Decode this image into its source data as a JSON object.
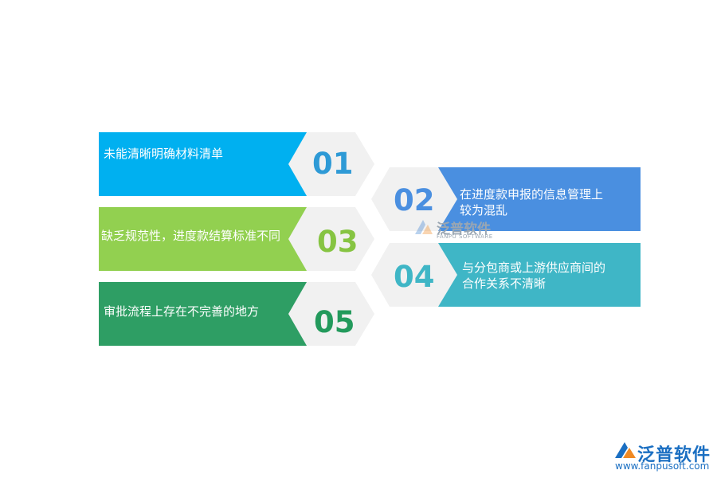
{
  "items": [
    {
      "num": "01",
      "text": "未能清晰明确材料清单",
      "color": "#00b0f0",
      "num_color": "#2e9ad6"
    },
    {
      "num": "02",
      "text_line1": "在进度款申报的信息管理上",
      "text_line2": "较为混乱",
      "color": "#4a8fe0",
      "num_color": "#4a8fe0"
    },
    {
      "num": "03",
      "text": "缺乏规范性，进度款结算标准不同",
      "color": "#92d050",
      "num_color": "#86c442"
    },
    {
      "num": "04",
      "text_line1": "与分包商或上游供应商间的",
      "text_line2": "合作关系不清晰",
      "color": "#3fb6c6",
      "num_color": "#3fb6c6"
    },
    {
      "num": "05",
      "text": "审批流程上存在不完善的地方",
      "color": "#2e9e64",
      "num_color": "#239a5c"
    }
  ],
  "watermark": {
    "name": "泛普软件",
    "sub": "FANPU SOFTWARE"
  },
  "brand": {
    "name": "泛普软件",
    "url": "www.fanpusoft.com"
  }
}
